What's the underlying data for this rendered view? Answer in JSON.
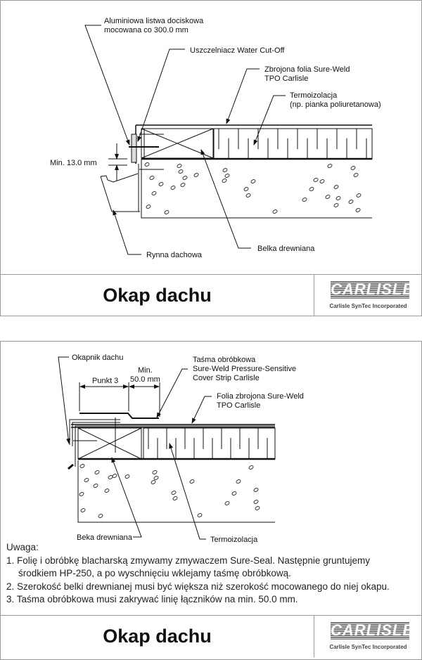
{
  "detail1": {
    "labels": {
      "clamp_bar_1": "Aluminiowa listwa dociskowa",
      "clamp_bar_2": "mocowana co 300.0 mm",
      "sealant": "Uszczelniacz Water Cut-Off",
      "membrane_1": "Zbrojona folia Sure-Weld",
      "membrane_2": "TPO Carlisle",
      "insulation_1": "Termoizolacja",
      "insulation_2": "(np. pianka poliuretanowa)",
      "min_gap": "Min. 13.0 mm",
      "gutter": "Rynna dachowa",
      "beam": "Belka drewniana"
    },
    "title": "Okap dachu",
    "logo": {
      "word": "CARLISLE",
      "sub": "Carlisle SynTec Incorporated"
    }
  },
  "detail2": {
    "labels": {
      "drip_edge": "Okapnik dachu",
      "cover_strip_1": "Taśma obróbkowa",
      "cover_strip_2": "Sure-Weld Pressure-Sensitive",
      "cover_strip_3": "Cover Strip Carlisle",
      "membrane_1": "Folia zbrojona Sure-Weld",
      "membrane_2": "TPO Carlisle",
      "dim_point": "Punkt 3",
      "dim_min_1": "Min.",
      "dim_min_2": "50.0 mm",
      "beam": "Beka drewniana",
      "insulation": "Termoizolacja"
    },
    "notes": {
      "heading": "Uwaga:",
      "items": [
        "1. Folię i obróbkę blacharską zmywamy zmywaczem Sure-Seal. Następnie gruntujemy",
        "środkiem HP-250, a po wyschnięciu wklejamy taśmę obróbkową.",
        "2. Szerokość belki drewnianej musi być większa niż szerokość mocowanego do niej okapu.",
        "3. Taśma obróbkowa musi zakrywać linię łączników na min. 50.0 mm."
      ]
    },
    "title": "Okap dachu",
    "logo": {
      "word": "CARLISLE",
      "sub": "Carlisle SynTec Incorporated"
    }
  }
}
